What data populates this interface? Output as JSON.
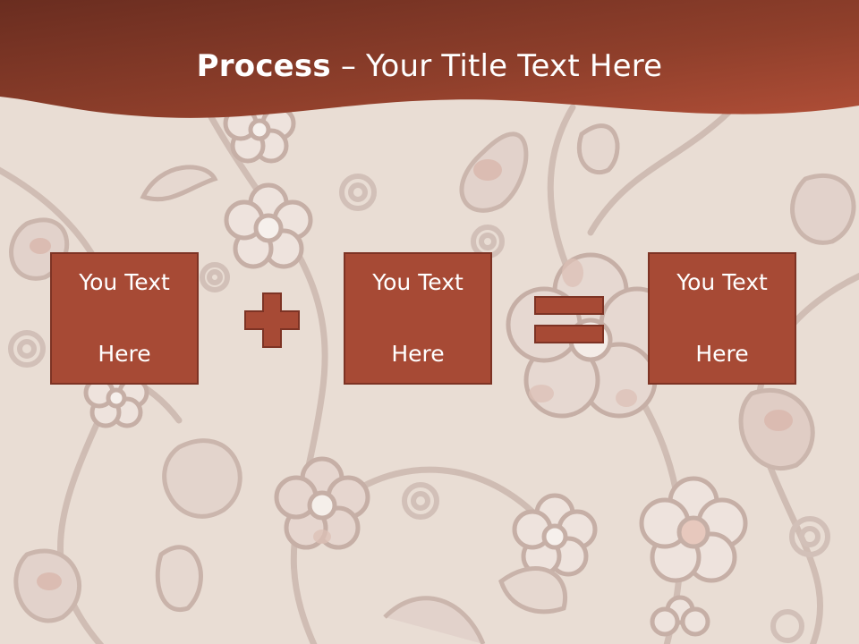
{
  "title": {
    "bold": "Process",
    "dash": " – ",
    "rest": "Your Title Text Here"
  },
  "boxes": [
    {
      "line1": "You Text",
      "line2": "Here"
    },
    {
      "line1": "You Text",
      "line2": "Here"
    },
    {
      "line1": "You Text",
      "line2": "Here"
    }
  ],
  "colors": {
    "header_dark": "#6a2d20",
    "header_light": "#b04e37",
    "box_fill": "#a74a35",
    "box_border": "#7d3324",
    "background": "#e9ddd4"
  },
  "icons": [
    "plus-icon",
    "equals-icon"
  ]
}
